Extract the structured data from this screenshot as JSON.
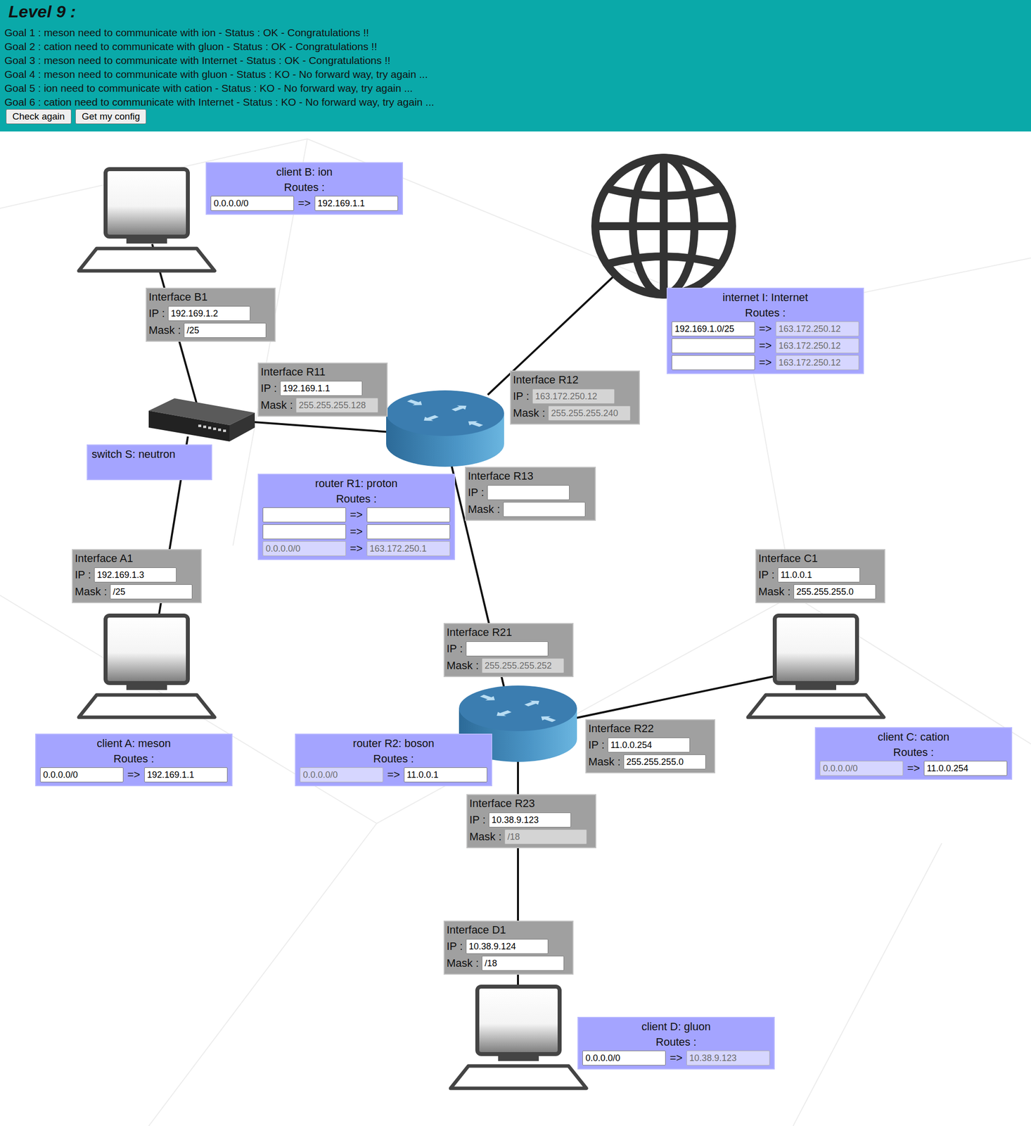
{
  "diagram": {
    "title": "Level 9 :",
    "nodes": [
      {
        "text": [
          "Goal 1 : meson need to communicate with ion - Status : OK - Congratulations !!",
          "Goal 2 : cation need to communicate with gluon - Status : OK - Congratulations !!",
          "Goal 3 : meson need to communicate with Internet - Status : OK - Congratulations !!",
          "Goal 4 : meson need to communicate with gluon - Status : KO - No forward way, try again ...",
          "Goal 5 : ion need to communicate with cation - Status : KO - No forward way, try again ...",
          "Goal 6 : cation need to communicate with Internet - Status : KO - No forward way, try again ..."
        ]
      },
      {
        "text": [
          "Check again"
        ],
        "in": 0
      },
      {
        "text": [
          "Get my config"
        ],
        "in": 0
      },
      {
        "text": [
          "client B: ion",
          "Routes :",
          "0.0.0.0/0",
          "=>",
          "192.169.1.1"
        ]
      },
      {
        "text": [
          "Interface B1",
          "IP :",
          "192.169.1.2",
          "Mask :",
          "/25"
        ]
      },
      {
        "text": [
          "internet I: Internet",
          "Routes :",
          "192.169.1.0/25",
          "=>",
          "163.172.250.12",
          "=>",
          "163.172.250.12",
          "=>",
          "163.172.250.12"
        ]
      },
      {
        "text": [
          "Interface R11",
          "IP :",
          "192.169.1.1",
          "Mask :",
          "255.255.255.128"
        ]
      },
      {
        "text": [
          "Interface R12",
          "IP :",
          "163.172.250.12",
          "Mask :",
          "255.255.255.240"
        ]
      },
      {
        "text": [
          "switch S: neutron"
        ]
      },
      {
        "text": [
          "Interface R13",
          "IP :",
          "Mask :"
        ]
      },
      {
        "text": [
          "router R1: proton",
          "Routes :",
          "=>",
          "=>",
          "0.0.0.0/0",
          "=>",
          "163.172.250.1"
        ]
      },
      {
        "text": [
          "Interface A1",
          "IP :",
          "192.169.1.3",
          "Mask :",
          "/25"
        ]
      },
      {
        "text": [
          "Interface C1",
          "IP :",
          "11.0.0.1",
          "Mask :",
          "255.255.255.0"
        ]
      },
      {
        "text": [
          "Interface R21",
          "IP :",
          "Mask :",
          "255.255.255.252"
        ]
      },
      {
        "text": [
          "Interface R22",
          "IP :",
          "11.0.0.254",
          "Mask :",
          "255.255.255.0"
        ]
      },
      {
        "text": [
          "client C: cation",
          "Routes :",
          "0.0.0.0/0",
          "=>",
          "11.0.0.254"
        ]
      },
      {
        "text": [
          "client A: meson",
          "Routes :",
          "0.0.0.0/0",
          "=>",
          "192.169.1.1"
        ]
      },
      {
        "text": [
          "router R2: boson",
          "Routes :",
          "0.0.0.0/0",
          "=>",
          "11.0.0.1"
        ]
      },
      {
        "text": [
          "Interface R23",
          "IP :",
          "10.38.9.123",
          "Mask :",
          "/18"
        ]
      },
      {
        "text": [
          "Interface D1",
          "IP :",
          "10.38.9.124",
          "Mask :",
          "/18"
        ]
      },
      {
        "text": [
          "client D: gluon",
          "Routes :",
          "0.0.0.0/0",
          "=>",
          "10.38.9.123"
        ]
      }
    ]
  }
}
